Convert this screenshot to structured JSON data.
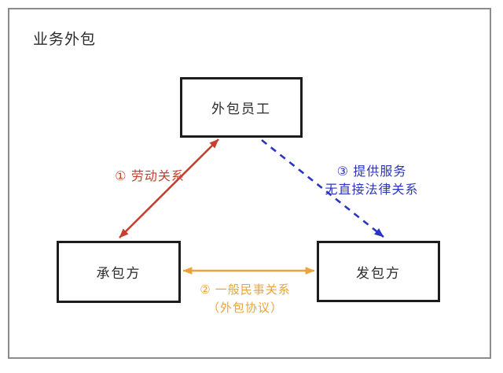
{
  "page": {
    "title": "业务外包"
  },
  "nodes": {
    "employee": {
      "label": "外包员工"
    },
    "contractor": {
      "label": "承包方"
    },
    "client": {
      "label": "发包方"
    }
  },
  "edges": {
    "labor": {
      "label": "① 劳动关系",
      "color": "#c5402f"
    },
    "civil": {
      "line1": "② 一般民事关系",
      "line2": "（外包协议）",
      "color": "#e9a43e"
    },
    "service": {
      "line1": "③ 提供服务",
      "line2": "无直接法律关系",
      "color": "#2a35c0"
    }
  },
  "frame": {
    "border_color": "#8b8b8b",
    "node_border_color": "#1c1c1c",
    "background": "#ffffff",
    "title_color": "#2b2b2b"
  }
}
